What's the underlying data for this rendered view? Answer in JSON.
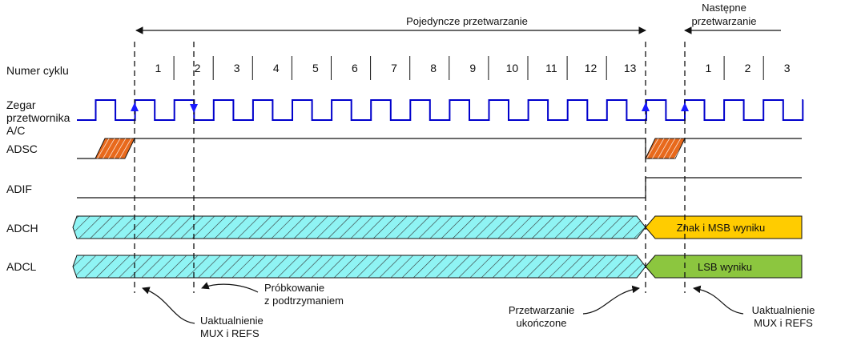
{
  "header": {
    "single_conversion": "Pojedyncze przetwarzanie",
    "next_conversion_line1": "Następne",
    "next_conversion_line2": "przetwarzanie"
  },
  "rows": {
    "cycle_number": "Numer cyklu",
    "clock_line1": "Zegar",
    "clock_line2": "przetwornika",
    "clock_line3": "A/C",
    "adsc": "ADSC",
    "adif": "ADIF",
    "adch": "ADCH",
    "adcl": "ADCL"
  },
  "cycles_first": [
    "1",
    "2",
    "3",
    "4",
    "5",
    "6",
    "7",
    "8",
    "9",
    "10",
    "11",
    "12",
    "13"
  ],
  "cycles_next": [
    "1",
    "2",
    "3"
  ],
  "bus": {
    "adch_result": "Znak i MSB wyniku",
    "adcl_result": "LSB wyniku"
  },
  "annotations": {
    "mux_update_left_1": "Uaktualnienie",
    "mux_update_left_2": "MUX i REFS",
    "sample_hold_1": "Próbkowanie",
    "sample_hold_2": "z podtrzymaniem",
    "conv_complete_1": "Przetwarzanie",
    "conv_complete_2": "ukończone",
    "mux_update_right_1": "Uaktualnienie",
    "mux_update_right_2": "MUX i REFS"
  },
  "colors": {
    "clock": "#0000cc",
    "adsc_pulse": "#e8691c",
    "bus_fill": "#8ff4f4",
    "adch_result_fill": "#ffcc00",
    "adcl_result_fill": "#8cc63f"
  }
}
